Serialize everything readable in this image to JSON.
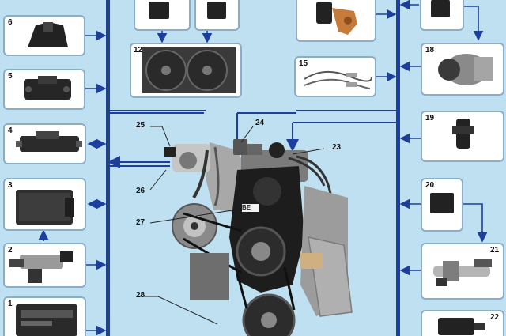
{
  "callouts": {
    "c1": "1",
    "c2": "2",
    "c3": "3",
    "c4": "4",
    "c5": "5",
    "c6": "6",
    "c12": "12",
    "c15": "15",
    "c18": "18",
    "c19": "19",
    "c20": "20",
    "c21": "21",
    "c22": "22",
    "c23": "23",
    "c24": "24",
    "c25": "25",
    "c26": "26",
    "c27": "27",
    "c28": "28"
  },
  "engine_label": "BE",
  "colors": {
    "background": "#bfe0f1",
    "bus_line": "#1c3f9e",
    "box_border": "#8aaec8",
    "component_dark": "#1d1d1d",
    "copper": "#c77b3a"
  }
}
